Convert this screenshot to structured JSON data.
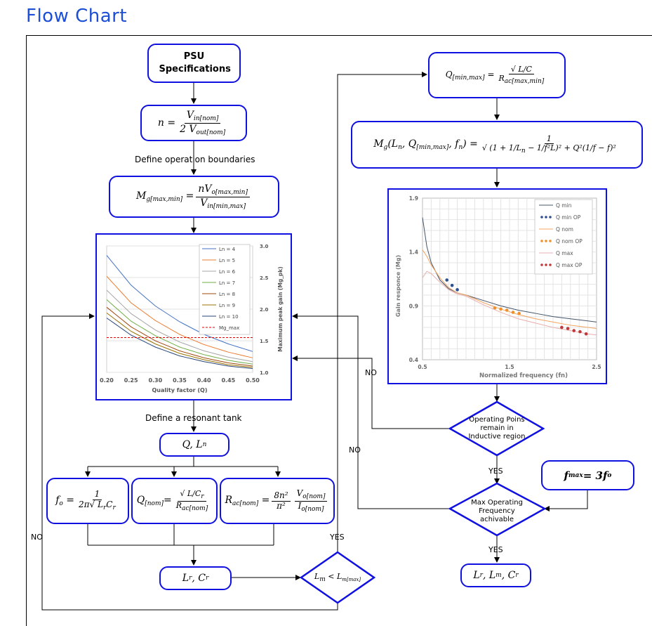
{
  "page_title": "Flow Chart",
  "nodes": {
    "psu": "PSU Specifications",
    "n_eq": {
      "lhs": "n =",
      "num": "V",
      "num_sub": "in[nom]",
      "den_pre": "2 V",
      "den_sub": "out[nom]"
    },
    "define_boundaries": "Define operation boundaries",
    "mg_eq": {
      "lhs": "M",
      "lhs_sub": "g[max,min]",
      "eq": " =",
      "num": "nV",
      "num_sub": "o[max,min]",
      "den": "V",
      "den_sub": "in[min,max]"
    },
    "define_tank": "Define a resonant tank",
    "q_ln": "Q, L",
    "q_ln_sub": "n",
    "fo_eq": {
      "lhs": "f",
      "lhs_sub": "o",
      "eq": " =",
      "num": "1",
      "den": "2π√ L",
      "den_tail": "C",
      "den_sub1": "r",
      "den_sub2": "r"
    },
    "qnom_eq": {
      "lhs": "Q",
      "lhs_sub": "[nom]",
      "eq": "=",
      "num": "√ L/C",
      "num_sub": "r",
      "den": "R",
      "den_sub": "ac[nom]"
    },
    "racnom_eq": {
      "lhs": "R",
      "lhs_sub": "ac[nom]",
      "eq": " =",
      "num": "8n²",
      "den": "π²",
      "num2": "V",
      "num2_sub": "o[nom]",
      "den2": "I",
      "den2_sub": "o[nom]"
    },
    "lr_cr": "L",
    "lr_cr_sub": "r",
    "lr_cr_tail": ", C",
    "lr_cr_sub2": "r",
    "lm_cond": "L",
    "lm_cond_sub": "m",
    "lm_cond_op": " < L",
    "lm_cond_sub2": "m[max]",
    "qminmax_eq": {
      "lhs": "Q",
      "lhs_sub": "[min,max]",
      "eq": " =",
      "num": "√ L/C",
      "den": "R",
      "den_sub": "ac[max,min]"
    },
    "mg_full_eq": {
      "lhs": "M",
      "lhs_sub": "g",
      "args": "(L",
      "args_sub": "n",
      "args2": ", Q",
      "args2_sub": "[min,max]",
      "args3": ", f",
      "args3_sub": "n",
      "args4": ") =",
      "num": "1",
      "den": "√ (1 + 1/L",
      "den_sub": "n",
      "den2": " − 1/f²L",
      "den3": ")² + Q²(1/f",
      "den4": " − f",
      "den5": ")²"
    },
    "op_inductive": "Operating Poins remain in Inductive region",
    "fmax_eq": {
      "lhs": "f",
      "lhs_sub": "max",
      "rhs": " = 3f",
      "rhs_sub": "o"
    },
    "max_freq": "Max Operating Frequency achivable",
    "final": "L",
    "final_sub": "r",
    "final_mid": ", L",
    "final_sub2": "m",
    "final_tail": ", C",
    "final_sub3": "r"
  },
  "edge_labels": {
    "no1": "NO",
    "no2": "NO",
    "no3": "NO",
    "yes1": "YES",
    "yes2": "YES",
    "yes3": "YES"
  },
  "chart_data": [
    {
      "type": "line",
      "x": [
        0.2,
        0.25,
        0.3,
        0.35,
        0.4,
        0.45,
        0.5
      ],
      "xlabel": "Quality factor (Q)",
      "ylabel": "Maximum peak gain (Mg_pk)",
      "ylim": [
        1.0,
        3.0
      ],
      "yticks": [
        "3.0",
        "2.5",
        "2.0",
        "1.5",
        "1.0"
      ],
      "xticks": [
        "0.20",
        "0.25",
        "0.30",
        "0.35",
        "0.40",
        "0.45",
        "0.50"
      ],
      "legend_position": "top-right",
      "series": [
        {
          "name": "Ln = 4",
          "color": "#4472c4",
          "values": [
            2.85,
            2.38,
            2.05,
            1.8,
            1.6,
            1.45,
            1.33
          ]
        },
        {
          "name": "Ln = 5",
          "color": "#ed7d31",
          "values": [
            2.52,
            2.1,
            1.82,
            1.6,
            1.44,
            1.32,
            1.23
          ]
        },
        {
          "name": "Ln = 6",
          "color": "#a5a5a5",
          "values": [
            2.3,
            1.93,
            1.67,
            1.48,
            1.34,
            1.24,
            1.17
          ]
        },
        {
          "name": "Ln = 7",
          "color": "#70ad47",
          "values": [
            2.15,
            1.81,
            1.58,
            1.4,
            1.28,
            1.19,
            1.13
          ]
        },
        {
          "name": "Ln = 8",
          "color": "#9e480e",
          "values": [
            2.03,
            1.72,
            1.5,
            1.34,
            1.23,
            1.15,
            1.1
          ]
        },
        {
          "name": "Ln = 9",
          "color": "#997300",
          "values": [
            1.94,
            1.65,
            1.45,
            1.3,
            1.2,
            1.12,
            1.08
          ]
        },
        {
          "name": "Ln = 10",
          "color": "#264478",
          "values": [
            1.86,
            1.59,
            1.4,
            1.26,
            1.17,
            1.1,
            1.06
          ]
        }
      ],
      "threshold": {
        "name": "Mg_max",
        "value": 1.55,
        "color": "#e00000"
      }
    },
    {
      "type": "line",
      "xlabel": "Normalized frequency (fn)",
      "ylabel": "Gain responce (Mg)",
      "xlim": [
        0.5,
        2.5
      ],
      "ylim": [
        0.4,
        1.9
      ],
      "xticks": [
        "0.5",
        "1.5",
        "2.5"
      ],
      "yticks": [
        "1.9",
        "1.4",
        "0.9",
        "0.4"
      ],
      "legend_position": "top-right",
      "series": [
        {
          "name": "Q min",
          "color": "#44546a",
          "x": [
            0.5,
            0.55,
            0.6,
            0.7,
            0.8,
            0.9,
            1.0,
            1.2,
            1.4,
            1.6,
            1.8,
            2.0,
            2.2,
            2.4,
            2.5
          ],
          "values": [
            1.72,
            1.45,
            1.3,
            1.14,
            1.06,
            1.02,
            1.0,
            0.95,
            0.9,
            0.86,
            0.83,
            0.8,
            0.78,
            0.76,
            0.75
          ]
        },
        {
          "name": "Q min OP",
          "color": "#2f4f8f",
          "marker": true,
          "x": [
            0.78,
            0.84,
            0.9
          ],
          "values": [
            1.14,
            1.09,
            1.05
          ]
        },
        {
          "name": "Q nom",
          "color": "#f4a460",
          "x": [
            0.5,
            0.55,
            0.6,
            0.7,
            0.8,
            0.9,
            1.0,
            1.2,
            1.4,
            1.6,
            1.8,
            2.0,
            2.2,
            2.4,
            2.5
          ],
          "values": [
            1.42,
            1.36,
            1.28,
            1.16,
            1.07,
            1.02,
            1.0,
            0.93,
            0.87,
            0.82,
            0.78,
            0.75,
            0.72,
            0.7,
            0.69
          ]
        },
        {
          "name": "Q nom OP",
          "color": "#f0902c",
          "marker": true,
          "x": [
            1.33,
            1.4,
            1.47,
            1.54,
            1.61
          ],
          "values": [
            0.88,
            0.87,
            0.86,
            0.84,
            0.83
          ]
        },
        {
          "name": "Q max",
          "color": "#e8b0b0",
          "x": [
            0.5,
            0.55,
            0.6,
            0.7,
            0.8,
            0.9,
            1.0,
            1.2,
            1.4,
            1.6,
            1.8,
            2.0,
            2.2,
            2.4,
            2.5
          ],
          "values": [
            1.16,
            1.22,
            1.2,
            1.12,
            1.05,
            1.01,
            0.99,
            0.91,
            0.84,
            0.78,
            0.74,
            0.7,
            0.67,
            0.64,
            0.63
          ]
        },
        {
          "name": "Q max OP",
          "color": "#c0393b",
          "marker": true,
          "x": [
            2.1,
            2.17,
            2.24,
            2.31,
            2.38
          ],
          "values": [
            0.7,
            0.69,
            0.67,
            0.66,
            0.64
          ]
        }
      ]
    }
  ]
}
